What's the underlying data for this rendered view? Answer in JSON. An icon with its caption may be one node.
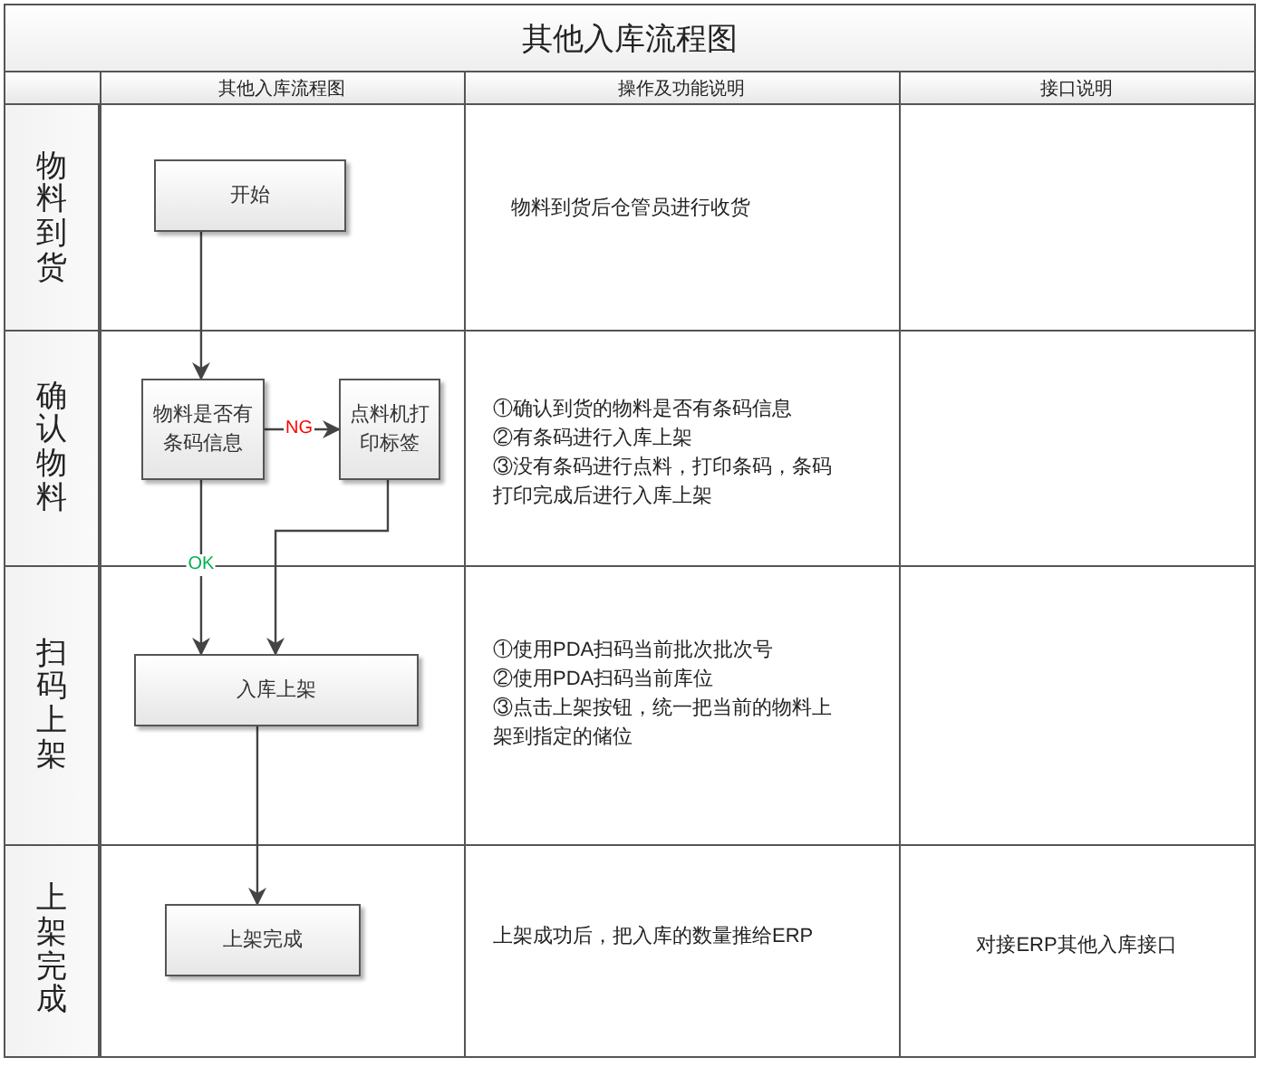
{
  "diagram": {
    "title": "其他入库流程图",
    "nodes": [
      {
        "text": [
          "开始"
        ]
      },
      {
        "text": [
          "物料是否有条码信息"
        ]
      },
      {
        "text": [
          "点料机打印标签"
        ]
      },
      {
        "text": [
          "入库上架"
        ]
      },
      {
        "text": [
          "上架完成"
        ]
      }
    ],
    "edges": [
      {
        "from": 0,
        "to": 1,
        "arrow": "to"
      },
      {
        "from": 1,
        "to": 2,
        "arrow": "to",
        "label": "NG"
      },
      {
        "from": 1,
        "to": 3,
        "arrow": "to",
        "label": "OK"
      },
      {
        "from": 2,
        "to": 3,
        "arrow": "to"
      },
      {
        "from": 3,
        "to": 4,
        "arrow": "to"
      }
    ],
    "labels": [
      "其他入库流程图",
      "操作及功能说明",
      "接口说明",
      "物料到货",
      "物料到货后仓管员进行收货",
      "确认物料",
      "①确认到货的物料是否有条码信息",
      "②有条码进行入库上架",
      "③没有条码进行点料，打印条码，条码打印完成后进行入库上架",
      "扫码上架",
      "①使用PDA扫码当前批次批次号",
      "②使用PDA扫码当前库位",
      "③点击上架按钮，统一把当前的物料上架到指定的储位",
      "上架完成",
      "上架成功后，把入库的数量推给ERP",
      "对接ERP其他入库接口"
    ]
  }
}
